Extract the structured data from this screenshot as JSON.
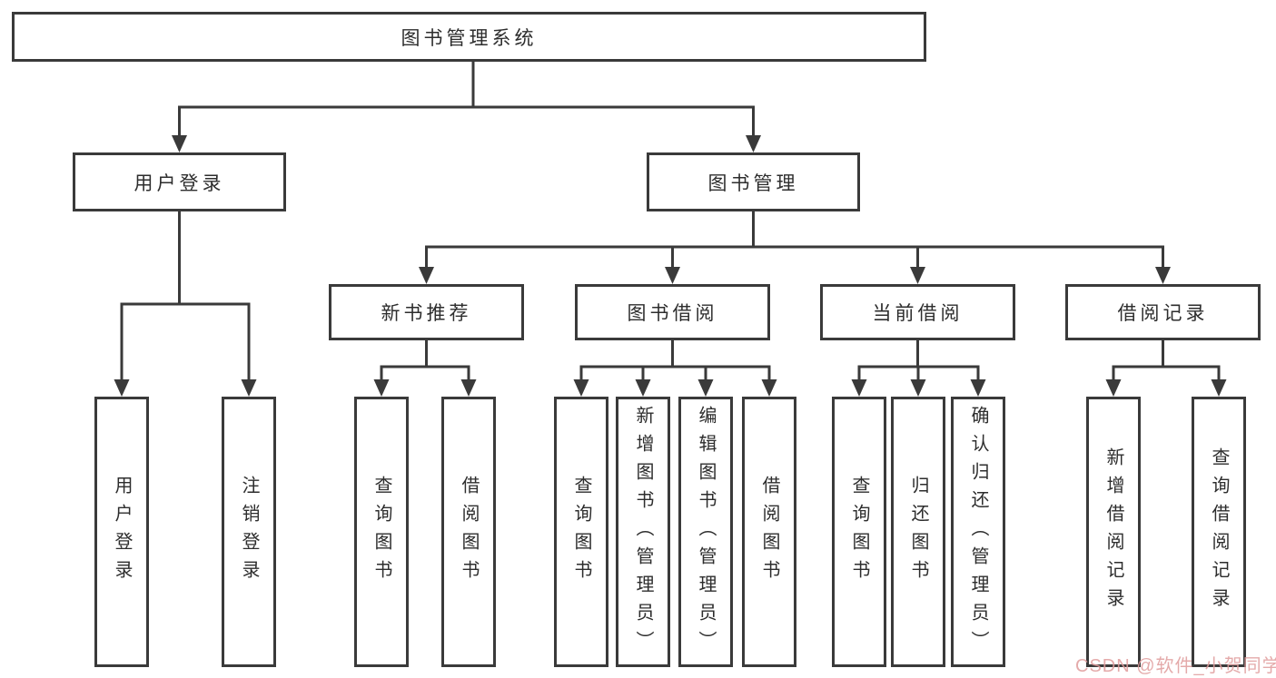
{
  "watermark": "CSDN @软件_小贺同学",
  "colors": {
    "line": "#3a3a3a",
    "box_border": "#3a3a3a",
    "text": "#2d2d2d",
    "watermark": "#e09c9c",
    "background": "#ffffff"
  },
  "tree": {
    "root": {
      "label": "图书管理系统",
      "children": [
        {
          "label": "用户登录",
          "children": [
            {
              "label": "用户登录"
            },
            {
              "label": "注销登录"
            }
          ]
        },
        {
          "label": "图书管理",
          "children": [
            {
              "label": "新书推荐",
              "children": [
                {
                  "label": "查询图书"
                },
                {
                  "label": "借阅图书"
                }
              ]
            },
            {
              "label": "图书借阅",
              "children": [
                {
                  "label": "查询图书"
                },
                {
                  "label": "新增图书（管理员）"
                },
                {
                  "label": "编辑图书（管理员）"
                },
                {
                  "label": "借阅图书"
                }
              ]
            },
            {
              "label": "当前借阅",
              "children": [
                {
                  "label": "查询图书"
                },
                {
                  "label": "归还图书"
                },
                {
                  "label": "确认归还（管理员）"
                }
              ]
            },
            {
              "label": "借阅记录",
              "children": [
                {
                  "label": "新增借阅记录"
                },
                {
                  "label": "查询借阅记录"
                }
              ]
            }
          ]
        }
      ]
    }
  }
}
